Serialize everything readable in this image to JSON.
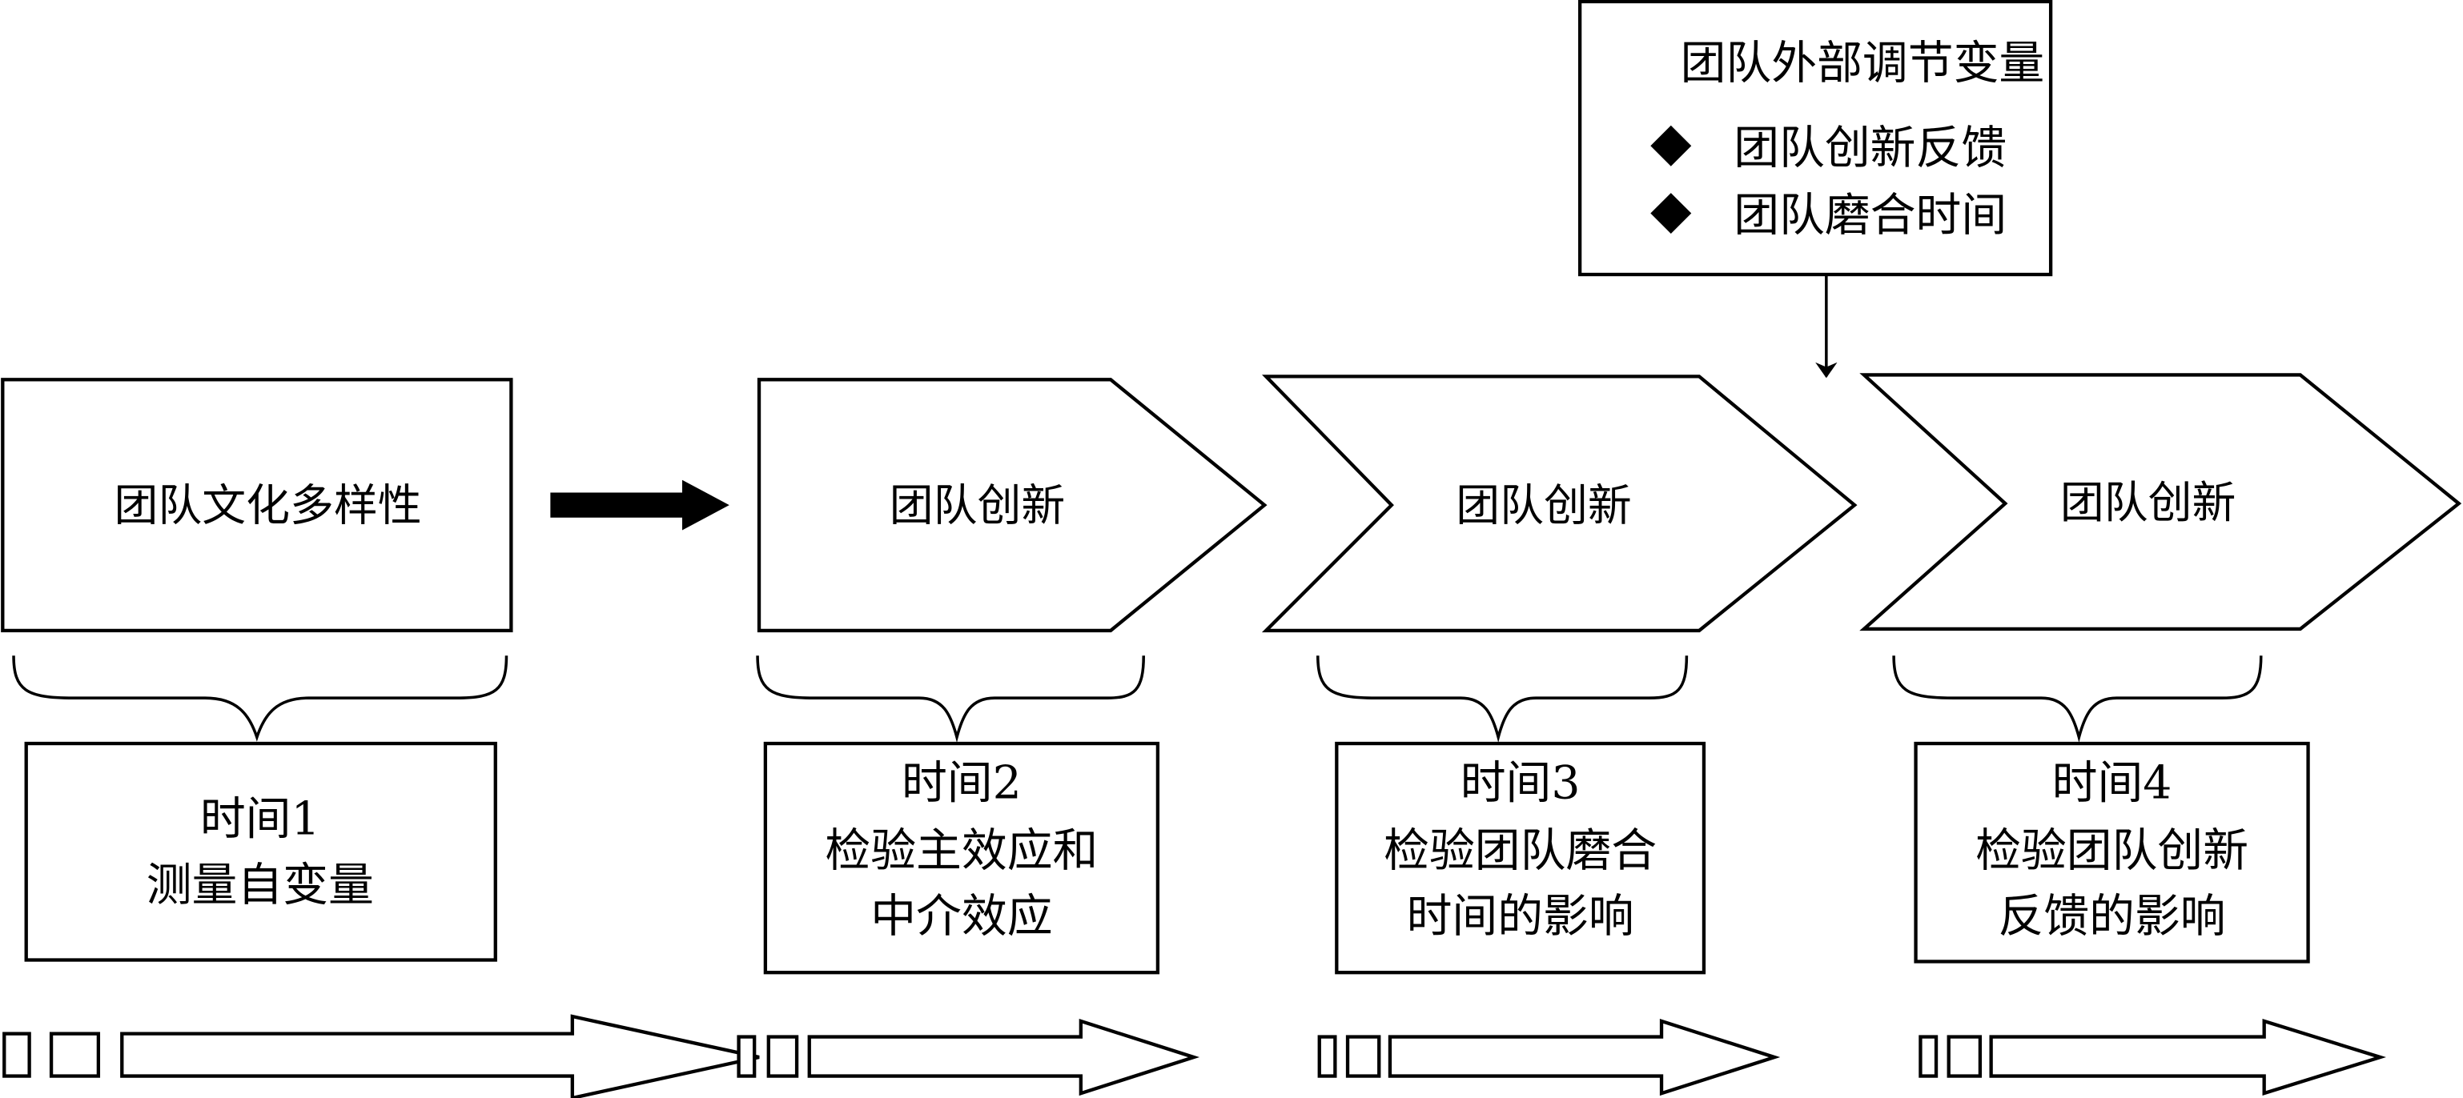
{
  "diagram": {
    "moderator_box": {
      "title": "团队外部调节变量",
      "items": [
        {
          "icon": "diamond-bullet-icon",
          "label": "团队创新反馈"
        },
        {
          "icon": "diamond-bullet-icon",
          "label": "团队磨合时间"
        }
      ]
    },
    "stages": [
      {
        "label": "团队文化多样性",
        "shape": "rectangle",
        "time_lines": [
          "时间1",
          "测量自变量"
        ]
      },
      {
        "label": "团队创新",
        "shape": "pentagon-arrow",
        "time_lines": [
          "时间2",
          "检验主效应和",
          "中介效应"
        ]
      },
      {
        "label": "团队创新",
        "shape": "chevron",
        "time_lines": [
          "时间3",
          "检验团队磨合",
          "时间的影响"
        ]
      },
      {
        "label": "团队创新",
        "shape": "chevron",
        "time_lines": [
          "时间4",
          "检验团队创新",
          "反馈的影响"
        ]
      }
    ],
    "colors": {
      "stroke": "#000000",
      "fill": "#ffffff"
    }
  }
}
